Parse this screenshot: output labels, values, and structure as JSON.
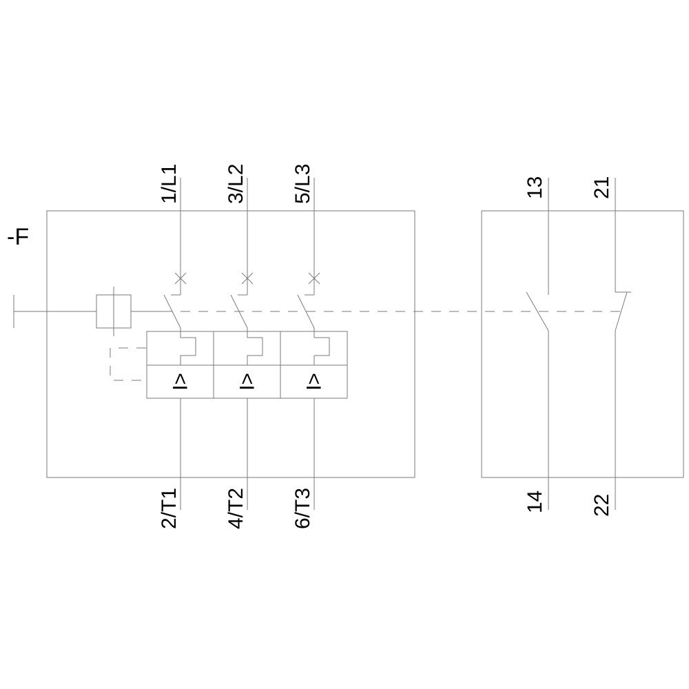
{
  "designation": "-F",
  "main_terminals": {
    "top": [
      "1/L1",
      "3/L2",
      "5/L3"
    ],
    "bottom": [
      "2/T1",
      "4/T2",
      "6/T3"
    ]
  },
  "aux_terminals": {
    "top": [
      "13",
      "21"
    ],
    "bottom": [
      "14",
      "22"
    ]
  },
  "magnetic_trip_symbol": "I>"
}
